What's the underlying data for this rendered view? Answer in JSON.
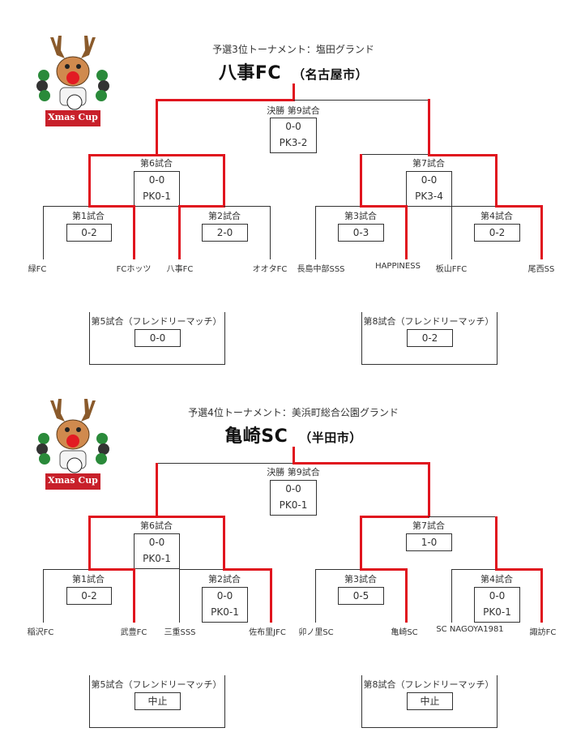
{
  "sections": [
    {
      "logo": {
        "caption": "Xmas Cup",
        "icon": "reindeer-mascot-logo"
      },
      "subtitle": "予選3位トーナメント：塩田グランド",
      "winner": "八事FC",
      "winner_city": "（名古屋市）",
      "final": {
        "label": "決勝 第9試合",
        "score": "0-0",
        "pk": "PK3-2"
      },
      "semis": [
        {
          "label": "第6試合",
          "score": "0-0",
          "pk": "PK0-1"
        },
        {
          "label": "第7試合",
          "score": "0-0",
          "pk": "PK3-4"
        }
      ],
      "firsts": [
        {
          "label": "第1試合",
          "score": "0-2",
          "pk": ""
        },
        {
          "label": "第2試合",
          "score": "2-0",
          "pk": ""
        },
        {
          "label": "第3試合",
          "score": "0-3",
          "pk": ""
        },
        {
          "label": "第4試合",
          "score": "0-2",
          "pk": ""
        }
      ],
      "teams": [
        "緑FC",
        "FCホッツ",
        "八事FC",
        "オオタFC",
        "長島中部SSS",
        "HAPPINESS",
        "板山FFC",
        "尾西SS"
      ],
      "friendlies": [
        {
          "label": "第5試合（フレンドリーマッチ）",
          "score": "0-0"
        },
        {
          "label": "第8試合（フレンドリーマッチ）",
          "score": "0-2"
        }
      ]
    },
    {
      "logo": {
        "caption": "Xmas Cup",
        "icon": "reindeer-mascot-logo"
      },
      "subtitle": "予選4位トーナメント：美浜町総合公園グランド",
      "winner": "亀崎SC",
      "winner_city": "（半田市）",
      "final": {
        "label": "決勝 第9試合",
        "score": "0-0",
        "pk": "PK0-1"
      },
      "semis": [
        {
          "label": "第6試合",
          "score": "0-0",
          "pk": "PK0-1"
        },
        {
          "label": "第7試合",
          "score": "1-0",
          "pk": ""
        }
      ],
      "firsts": [
        {
          "label": "第1試合",
          "score": "0-2",
          "pk": ""
        },
        {
          "label": "第2試合",
          "score": "0-0",
          "pk": "PK0-1"
        },
        {
          "label": "第3試合",
          "score": "0-5",
          "pk": ""
        },
        {
          "label": "第4試合",
          "score": "0-0",
          "pk": "PK0-1"
        }
      ],
      "teams": [
        "稲沢FC",
        "武豊FC",
        "三重SSS",
        "佐布里JFC",
        "卯ノ里SC",
        "亀崎SC",
        "SC NAGOYA1981",
        "諏訪FC"
      ],
      "friendlies": [
        {
          "label": "第5試合（フレンドリーマッチ）",
          "score": "中止"
        },
        {
          "label": "第8試合（フレンドリーマッチ）",
          "score": "中止"
        }
      ]
    }
  ],
  "colors": {
    "winner_path": "#e0141e",
    "line": "#333333"
  }
}
